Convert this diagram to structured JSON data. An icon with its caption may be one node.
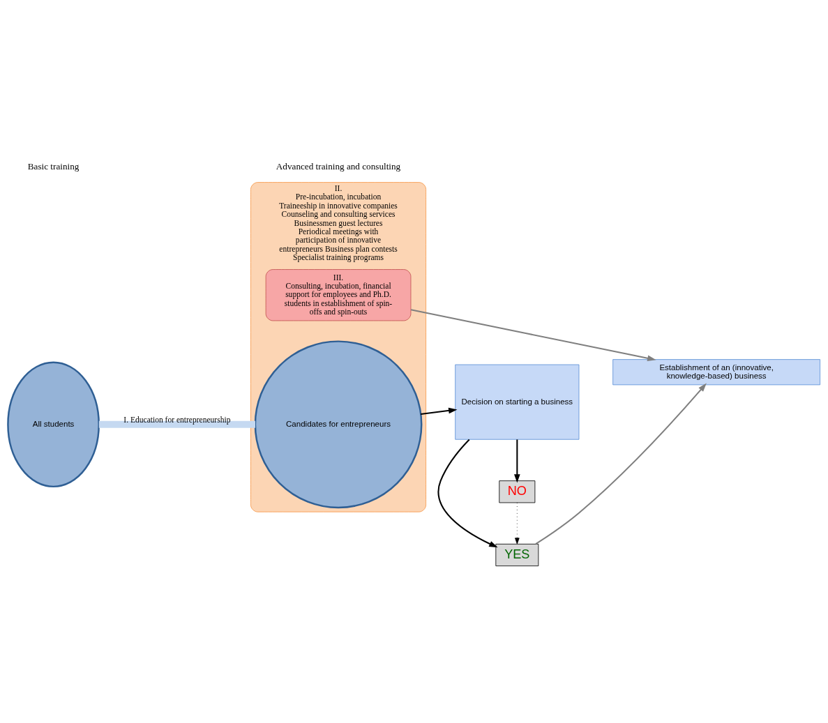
{
  "diagram": {
    "nodes": [
      {
        "text": [
          "Establishment of an (innovative, knowledge-based) business"
        ]
      },
      {
        "text": [
          "II.",
          "Pre-incubation, incubation Traineeship in innovative companies Counseling and consulting services",
          "Businessmen guest lectures Periodical meetings with participation of innovative entrepreneurs Business plan contests",
          "Specialist training programs"
        ]
      },
      {
        "text": [
          "III.",
          "Consulting, incubation, financial support for employees and Ph.D. students in establishment of spin-offs and spin-outs"
        ],
        "in": 1
      },
      {
        "text": [
          "All students"
        ]
      },
      {
        "text": [
          "Candidates for entrepreneurs"
        ],
        "in": 1
      },
      {
        "text": [
          "Decision on starting a business"
        ]
      },
      {
        "text": [
          "YES"
        ]
      },
      {
        "text": [
          "NO"
        ]
      }
    ],
    "edges": [
      {
        "from": 3,
        "to": 4,
        "arrow": "none",
        "label": "I. Education for entrepreneurship",
        "style": "thick",
        "color": "#c5d9f1"
      },
      {
        "from": 4,
        "to": 5,
        "arrow": "to"
      },
      {
        "from": 5,
        "to": 6,
        "arrow": "to"
      },
      {
        "from": 5,
        "to": 7,
        "arrow": "to"
      },
      {
        "from": 7,
        "to": 6,
        "arrow": "to",
        "style": "dashed"
      },
      {
        "from": 2,
        "to": 0,
        "arrow": "to",
        "color": "#7f7f7f"
      },
      {
        "from": 6,
        "to": 0,
        "arrow": "to",
        "color": "#7f7f7f"
      }
    ],
    "labels": [
      "Basic training",
      "Advanced training and consulting"
    ]
  }
}
